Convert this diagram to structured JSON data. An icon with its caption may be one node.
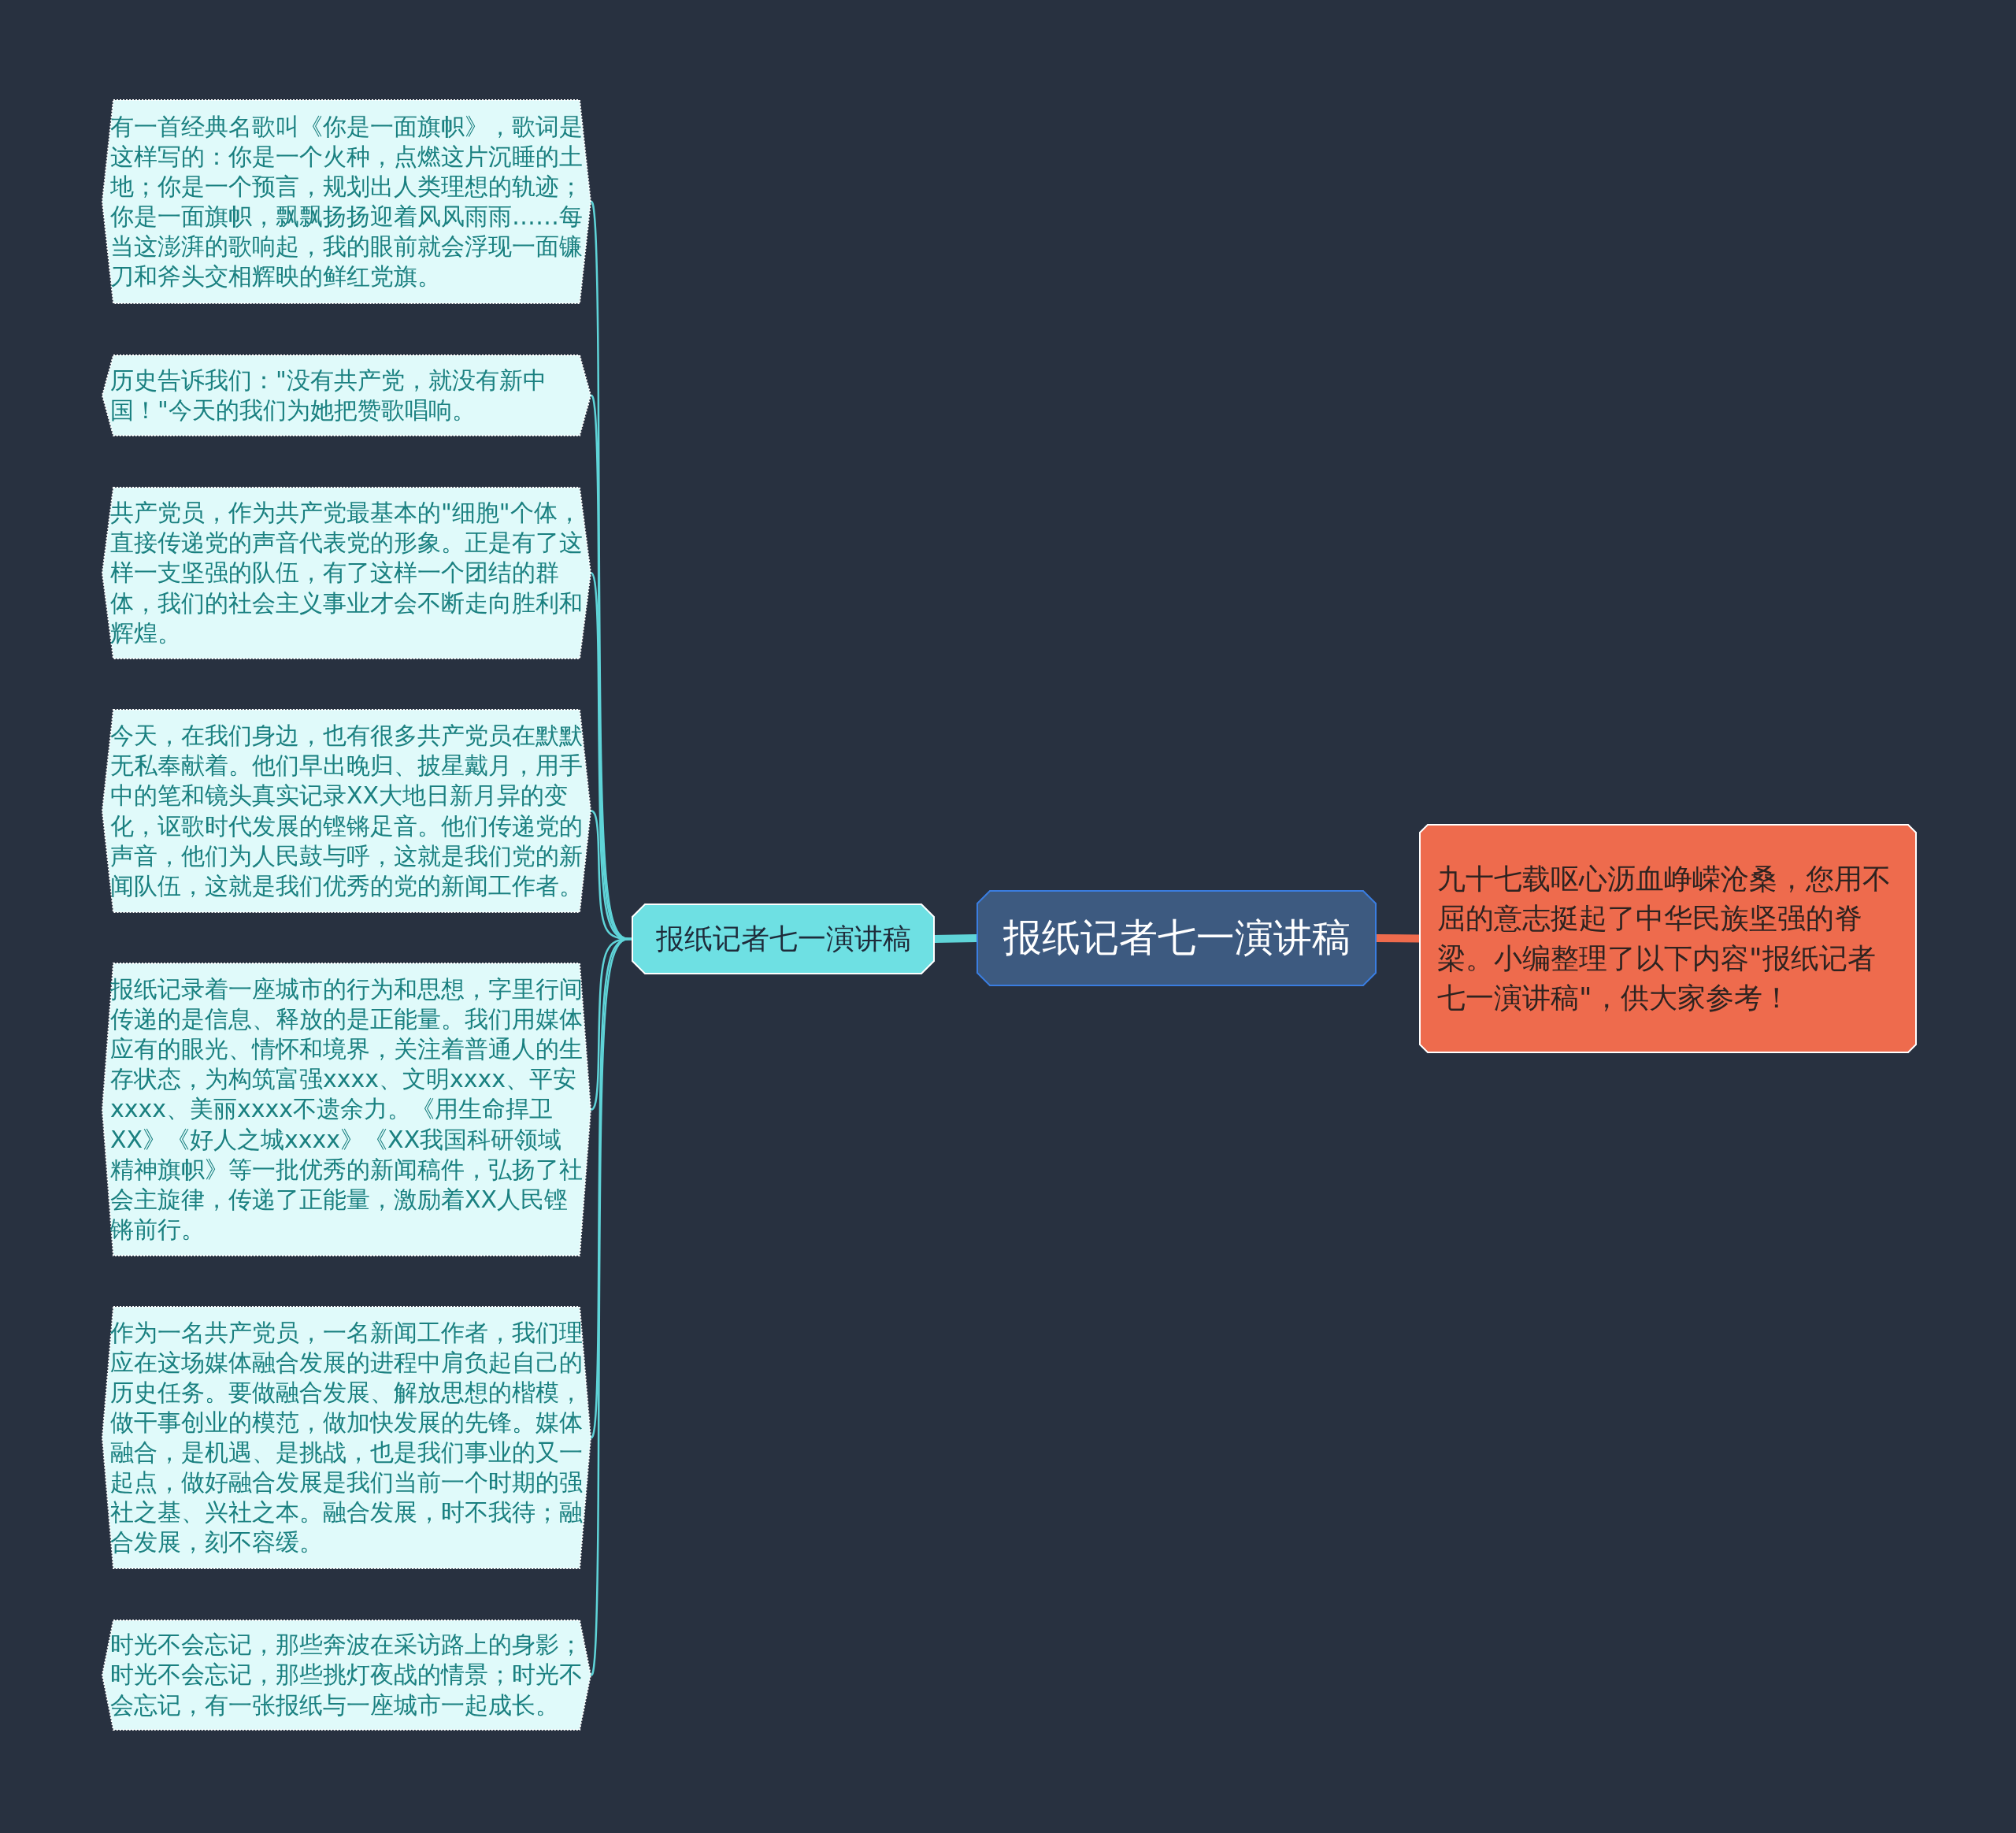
{
  "diagram": {
    "nodes": [
      {
        "text": [
          "报纸记者七一演讲稿"
        ]
      },
      {
        "text": [
          "九十七载呕心沥血峥嵘沧桑，您用不屈的意志挺起了中华民族坚强的脊梁。小编整理了以下内容\"报纸记者七一演讲稿\"，供大家参考！"
        ]
      },
      {
        "text": [
          "报纸记者七一演讲稿"
        ]
      },
      {
        "text": [
          "有一首经典名歌叫《你是一面旗帜》，歌词是这样写的：你是一个火种，点燃这片沉睡的土地；你是一个预言，规划出人类理想的轨迹；你是一面旗帜，飘飘扬扬迎着风风雨雨……每当这澎湃的歌响起，我的眼前就会浮现一面镰刀和斧头交相辉映的鲜红党旗。"
        ]
      },
      {
        "text": [
          "历史告诉我们：\"没有共产党，就没有新中国！\"今天的我们为她把赞歌唱响。"
        ]
      },
      {
        "text": [
          "共产党员，作为共产党最基本的\"细胞\"个体，直接传递党的声音代表党的形象。正是有了这样一支坚强的队伍，有了这样一个团结的群体，我们的社会主义事业才会不断走向胜利和辉煌。"
        ]
      },
      {
        "text": [
          "今天，在我们身边，也有很多共产党员在默默无私奉献着。他们早出晚归、披星戴月，用手中的笔和镜头真实记录XX大地日新月异的变化，讴歌时代发展的铿锵足音。他们传递党的声音，他们为人民鼓与呼，这就是我们党的新闻队伍，这就是我们优秀的党的新闻工作者。"
        ]
      },
      {
        "text": [
          "报纸记录着一座城市的行为和思想，字里行间传递的是信息、释放的是正能量。我们用媒体应有的眼光、情怀和境界，关注着普通人的生存状态，为构筑富强xxxx、文明xxxx、平安xxxx、美丽xxxx不遗余力。《用生命捍卫XX》《好人之城xxxx》《XX我国科研领域精神旗帜》等一批优秀的新闻稿件，弘扬了社会主旋律，传递了正能量，激励着XX人民铿锵前行。"
        ]
      },
      {
        "text": [
          "作为一名共产党员，一名新闻工作者，我们理应在这场媒体融合发展的进程中肩负起自己的历史任务。要做融合发展、解放思想的楷模，做干事创业的模范，做加快发展的先锋。媒体融合，是机遇、是挑战，也是我们事业的又一起点，做好融合发展是我们当前一个时期的强社之基、兴社之本。融合发展，时不我待；融合发展，刻不容缓。"
        ]
      },
      {
        "text": [
          "时光不会忘记，那些奔波在采访路上的身影；时光不会忘记，那些挑灯夜战的情景；时光不会忘记，有一张报纸与一座城市一起成长。"
        ]
      }
    ],
    "edges": [
      {
        "from": 0,
        "to": 1,
        "arrow": "none",
        "style": "thick",
        "color": "#ee6b4d"
      },
      {
        "from": 0,
        "to": 2,
        "arrow": "none",
        "style": "thick"
      },
      {
        "from": 2,
        "to": 3,
        "arrow": "none"
      },
      {
        "from": 2,
        "to": 4,
        "arrow": "none"
      },
      {
        "from": 2,
        "to": 5,
        "arrow": "none"
      },
      {
        "from": 2,
        "to": 6,
        "arrow": "none"
      },
      {
        "from": 2,
        "to": 7,
        "arrow": "none"
      },
      {
        "from": 2,
        "to": 8,
        "arrow": "none"
      },
      {
        "from": 2,
        "to": 9,
        "arrow": "none"
      }
    ]
  }
}
